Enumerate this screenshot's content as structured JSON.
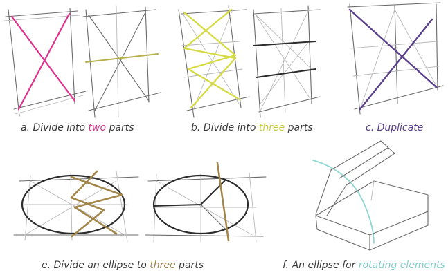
{
  "captions": {
    "a": {
      "prefix": "a. Divide into ",
      "highlight": "two",
      "suffix": " parts"
    },
    "b": {
      "prefix": "b. Divide into ",
      "highlight": "three",
      "suffix": " parts"
    },
    "c": {
      "text": "c. Duplicate"
    },
    "e": {
      "prefix": "e. Divide an ellipse to ",
      "highlight": "three",
      "suffix": " parts"
    },
    "f": {
      "prefix": "f. An ellipse for ",
      "highlight": "rotating elements"
    }
  },
  "colors": {
    "text": "#3a3a3a",
    "pink": "#e0308f",
    "yellow": "#c8cc3c",
    "purple": "#5a3e8c",
    "brown": "#a3864a",
    "teal": "#7fcfc9",
    "pencil": "#6a6a6a"
  }
}
